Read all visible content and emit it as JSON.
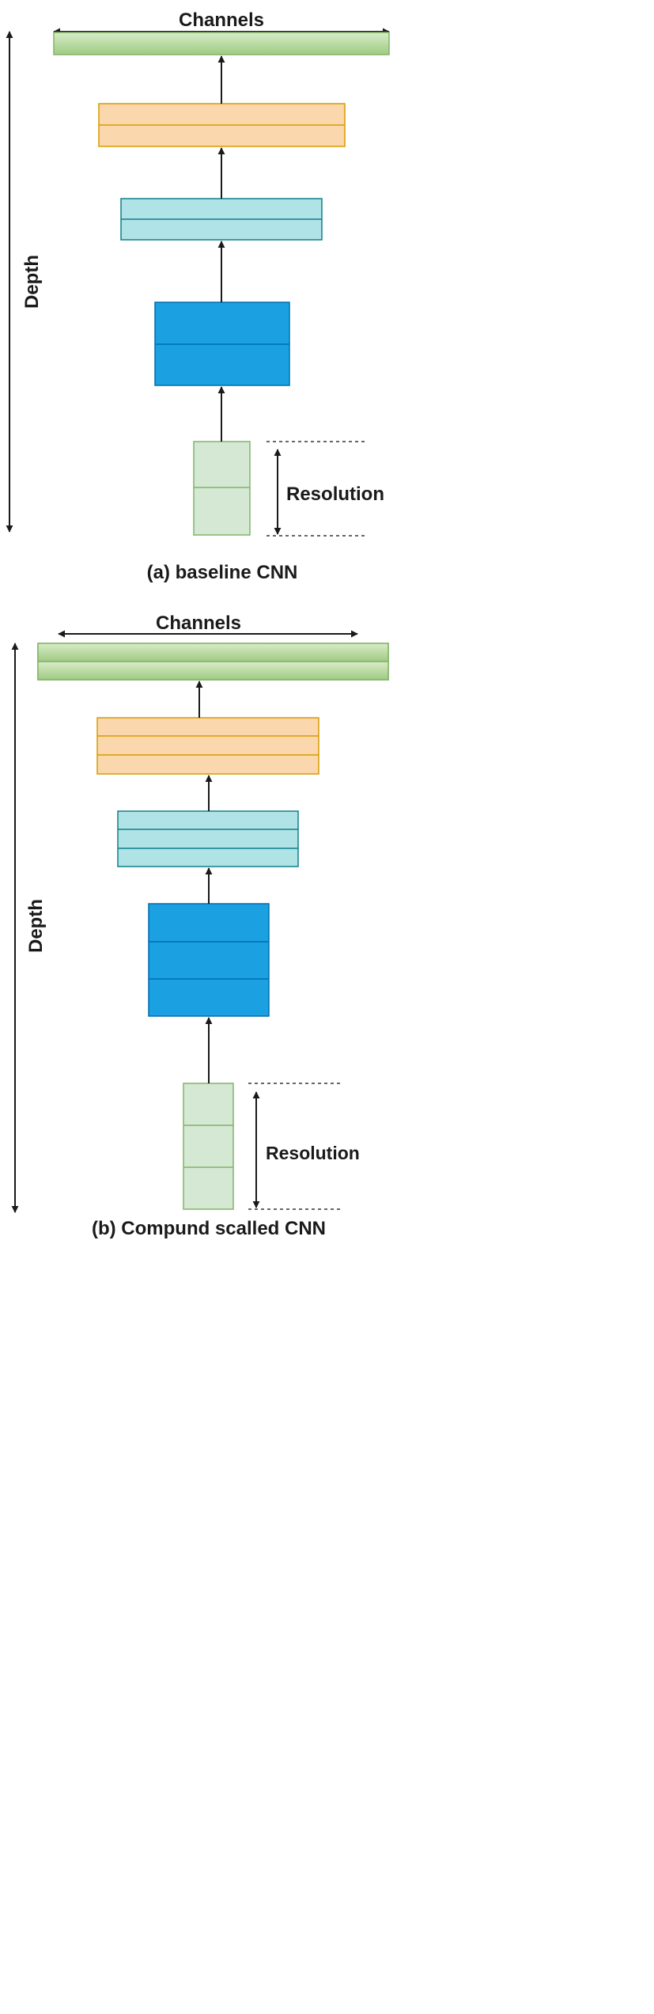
{
  "diagram_a": {
    "channels_label": "Channels",
    "depth_label": "Depth",
    "resolution_label": "Resolution",
    "caption": "(a) baseline CNN"
  },
  "diagram_b": {
    "channels_label": "Channels",
    "depth_label": "Depth",
    "resolution_label": "Resolution",
    "caption": "(b) Compund scalled CNN"
  },
  "colors": {
    "green_layer": "#a9d18e",
    "orange_layer": "#fad7ac",
    "cyan_layer": "#b0e3e6",
    "blue_layer": "#1ba1e2",
    "input_layer": "#d5e8d4",
    "line": "#1a1a1a"
  }
}
